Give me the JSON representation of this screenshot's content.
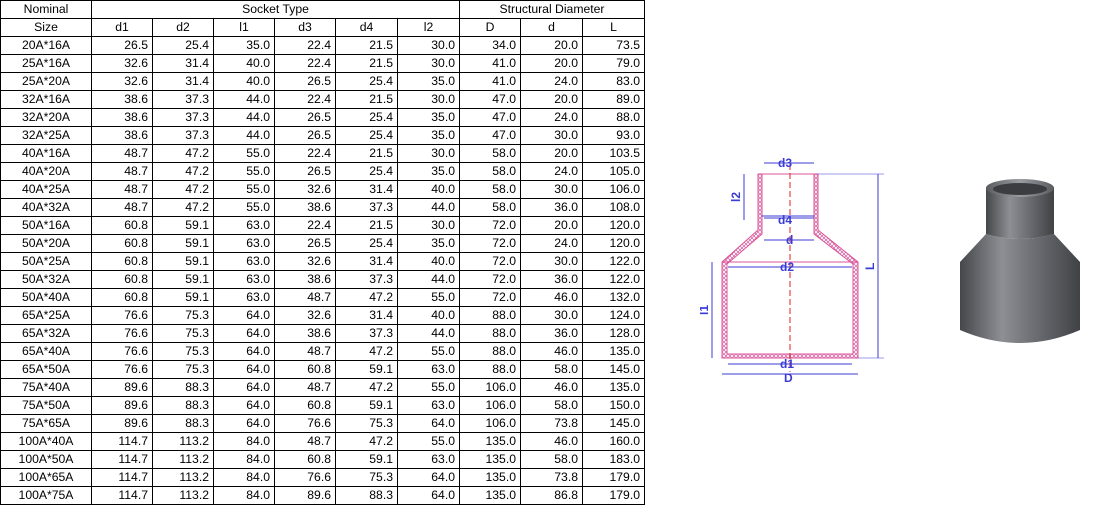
{
  "table": {
    "group_headers": [
      {
        "label": "Nominal",
        "span": 1
      },
      {
        "label": "Socket Type",
        "span": 6
      },
      {
        "label": "Structural Diameter",
        "span": 3
      }
    ],
    "columns": [
      "Size",
      "d1",
      "d2",
      "l1",
      "d3",
      "d4",
      "l2",
      "D",
      "d",
      "L"
    ],
    "rows": [
      [
        "20A*16A",
        "26.5",
        "25.4",
        "35.0",
        "22.4",
        "21.5",
        "30.0",
        "34.0",
        "20.0",
        "73.5"
      ],
      [
        "25A*16A",
        "32.6",
        "31.4",
        "40.0",
        "22.4",
        "21.5",
        "30.0",
        "41.0",
        "20.0",
        "79.0"
      ],
      [
        "25A*20A",
        "32.6",
        "31.4",
        "40.0",
        "26.5",
        "25.4",
        "35.0",
        "41.0",
        "24.0",
        "83.0"
      ],
      [
        "32A*16A",
        "38.6",
        "37.3",
        "44.0",
        "22.4",
        "21.5",
        "30.0",
        "47.0",
        "20.0",
        "89.0"
      ],
      [
        "32A*20A",
        "38.6",
        "37.3",
        "44.0",
        "26.5",
        "25.4",
        "35.0",
        "47.0",
        "24.0",
        "88.0"
      ],
      [
        "32A*25A",
        "38.6",
        "37.3",
        "44.0",
        "26.5",
        "25.4",
        "35.0",
        "47.0",
        "30.0",
        "93.0"
      ],
      [
        "40A*16A",
        "48.7",
        "47.2",
        "55.0",
        "22.4",
        "21.5",
        "30.0",
        "58.0",
        "20.0",
        "103.5"
      ],
      [
        "40A*20A",
        "48.7",
        "47.2",
        "55.0",
        "26.5",
        "25.4",
        "35.0",
        "58.0",
        "24.0",
        "105.0"
      ],
      [
        "40A*25A",
        "48.7",
        "47.2",
        "55.0",
        "32.6",
        "31.4",
        "40.0",
        "58.0",
        "30.0",
        "106.0"
      ],
      [
        "40A*32A",
        "48.7",
        "47.2",
        "55.0",
        "38.6",
        "37.3",
        "44.0",
        "58.0",
        "36.0",
        "108.0"
      ],
      [
        "50A*16A",
        "60.8",
        "59.1",
        "63.0",
        "22.4",
        "21.5",
        "30.0",
        "72.0",
        "20.0",
        "120.0"
      ],
      [
        "50A*20A",
        "60.8",
        "59.1",
        "63.0",
        "26.5",
        "25.4",
        "35.0",
        "72.0",
        "24.0",
        "120.0"
      ],
      [
        "50A*25A",
        "60.8",
        "59.1",
        "63.0",
        "32.6",
        "31.4",
        "40.0",
        "72.0",
        "30.0",
        "122.0"
      ],
      [
        "50A*32A",
        "60.8",
        "59.1",
        "63.0",
        "38.6",
        "37.3",
        "44.0",
        "72.0",
        "36.0",
        "122.0"
      ],
      [
        "50A*40A",
        "60.8",
        "59.1",
        "63.0",
        "48.7",
        "47.2",
        "55.0",
        "72.0",
        "46.0",
        "132.0"
      ],
      [
        "65A*25A",
        "76.6",
        "75.3",
        "64.0",
        "32.6",
        "31.4",
        "40.0",
        "88.0",
        "30.0",
        "124.0"
      ],
      [
        "65A*32A",
        "76.6",
        "75.3",
        "64.0",
        "38.6",
        "37.3",
        "44.0",
        "88.0",
        "36.0",
        "128.0"
      ],
      [
        "65A*40A",
        "76.6",
        "75.3",
        "64.0",
        "48.7",
        "47.2",
        "55.0",
        "88.0",
        "46.0",
        "135.0"
      ],
      [
        "65A*50A",
        "76.6",
        "75.3",
        "64.0",
        "60.8",
        "59.1",
        "63.0",
        "88.0",
        "58.0",
        "145.0"
      ],
      [
        "75A*40A",
        "89.6",
        "88.3",
        "64.0",
        "48.7",
        "47.2",
        "55.0",
        "106.0",
        "46.0",
        "135.0"
      ],
      [
        "75A*50A",
        "89.6",
        "88.3",
        "64.0",
        "60.8",
        "59.1",
        "63.0",
        "106.0",
        "58.0",
        "150.0"
      ],
      [
        "75A*65A",
        "89.6",
        "88.3",
        "64.0",
        "76.6",
        "75.3",
        "64.0",
        "106.0",
        "73.8",
        "145.0"
      ],
      [
        "100A*40A",
        "114.7",
        "113.2",
        "84.0",
        "48.7",
        "47.2",
        "55.0",
        "135.0",
        "46.0",
        "160.0"
      ],
      [
        "100A*50A",
        "114.7",
        "113.2",
        "84.0",
        "60.8",
        "59.1",
        "63.0",
        "135.0",
        "58.0",
        "183.0"
      ],
      [
        "100A*65A",
        "114.7",
        "113.2",
        "84.0",
        "76.6",
        "75.3",
        "64.0",
        "135.0",
        "73.8",
        "179.0"
      ],
      [
        "100A*75A",
        "114.7",
        "113.2",
        "84.0",
        "89.6",
        "88.3",
        "64.0",
        "135.0",
        "86.8",
        "179.0"
      ]
    ]
  },
  "diagram": {
    "labels": {
      "d3": "d3",
      "d4": "d4",
      "d": "d",
      "d2": "d2",
      "d1": "d1",
      "D": "D",
      "l1": "l1",
      "l2": "l2",
      "L": "L"
    },
    "colors": {
      "dimension": "#3b3bd6",
      "outline": "#d9559a",
      "axis": "#e02020"
    }
  },
  "photo": {
    "colors": {
      "body": "#6e7075",
      "light": "#9a9ca1",
      "dark": "#45474b"
    }
  }
}
